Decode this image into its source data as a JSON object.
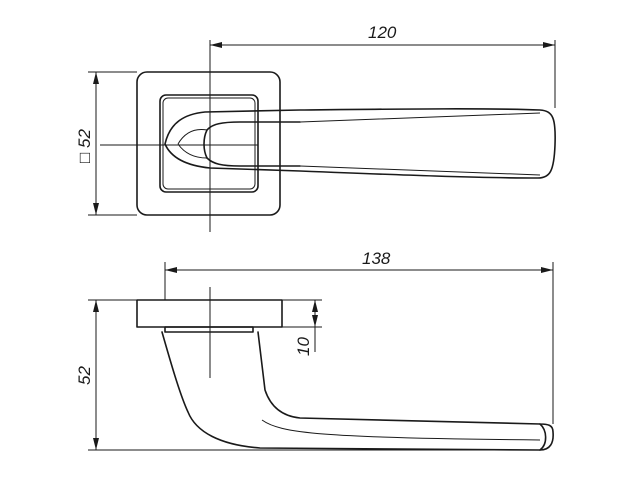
{
  "top_view": {
    "length_label": "120",
    "square_label": "□ 52"
  },
  "side_view": {
    "length_label": "138",
    "height_label": "52",
    "rose_thickness_label": "10"
  },
  "colors": {
    "line": "#1a1a1a",
    "background": "#ffffff"
  }
}
